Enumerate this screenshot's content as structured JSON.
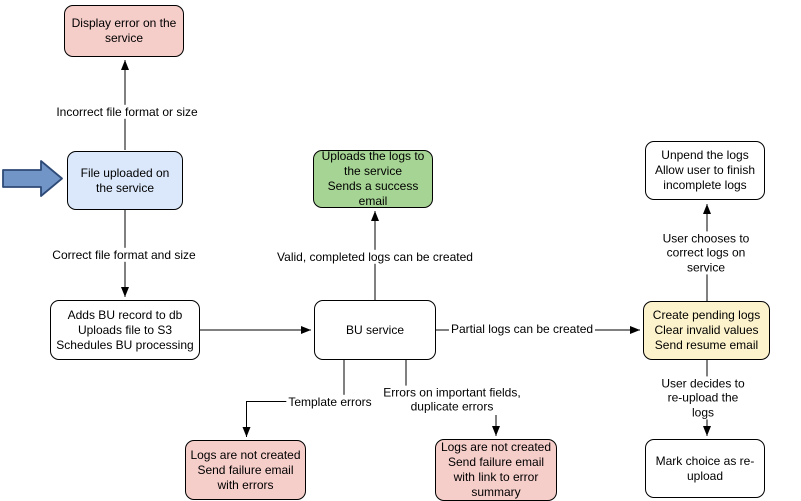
{
  "diagram": {
    "nodes": {
      "display_error": {
        "label": "Display error on the service"
      },
      "file_uploaded": {
        "label": "File uploaded on the service"
      },
      "adds_bu": {
        "label": "Adds BU record to db\nUploads file to S3\nSchedules BU processing"
      },
      "bu_service": {
        "label": "BU service"
      },
      "uploads_logs": {
        "label": "Uploads the logs to the service\nSends a success email"
      },
      "unpend": {
        "label": "Unpend the logs\nAllow user to finish incomplete logs"
      },
      "create_pending": {
        "label": "Create pending logs\nClear invalid values\nSend resume email"
      },
      "mark_choice": {
        "label": "Mark choice as re-upload"
      },
      "logs_not_created_errors": {
        "label": "Logs are not created\nSend failure email\nwith errors"
      },
      "logs_not_created_summary": {
        "label": "Logs are not created\nSend failure email\nwith link to error summary"
      }
    },
    "edge_labels": {
      "incorrect_format": "Incorrect file format or size",
      "correct_format": "Correct file format and size",
      "valid_logs": "Valid, completed logs can be created",
      "partial_logs": "Partial logs can be created",
      "user_corrects": "User chooses to correct logs on service",
      "user_reuploads": "User decides to re-upload the logs",
      "template_errors": "Template errors",
      "field_errors": "Errors on important fields,\nduplicate errors"
    },
    "colors": {
      "error_fill": "#f5cdc9",
      "input_fill": "#dbe8fb",
      "success_fill": "#a6d494",
      "pending_fill": "#fcf2cb",
      "neutral_fill": "#ffffff",
      "entry_arrow_fill": "#7295c7",
      "entry_arrow_stroke": "#2e4a77",
      "line_color": "#000000"
    }
  }
}
